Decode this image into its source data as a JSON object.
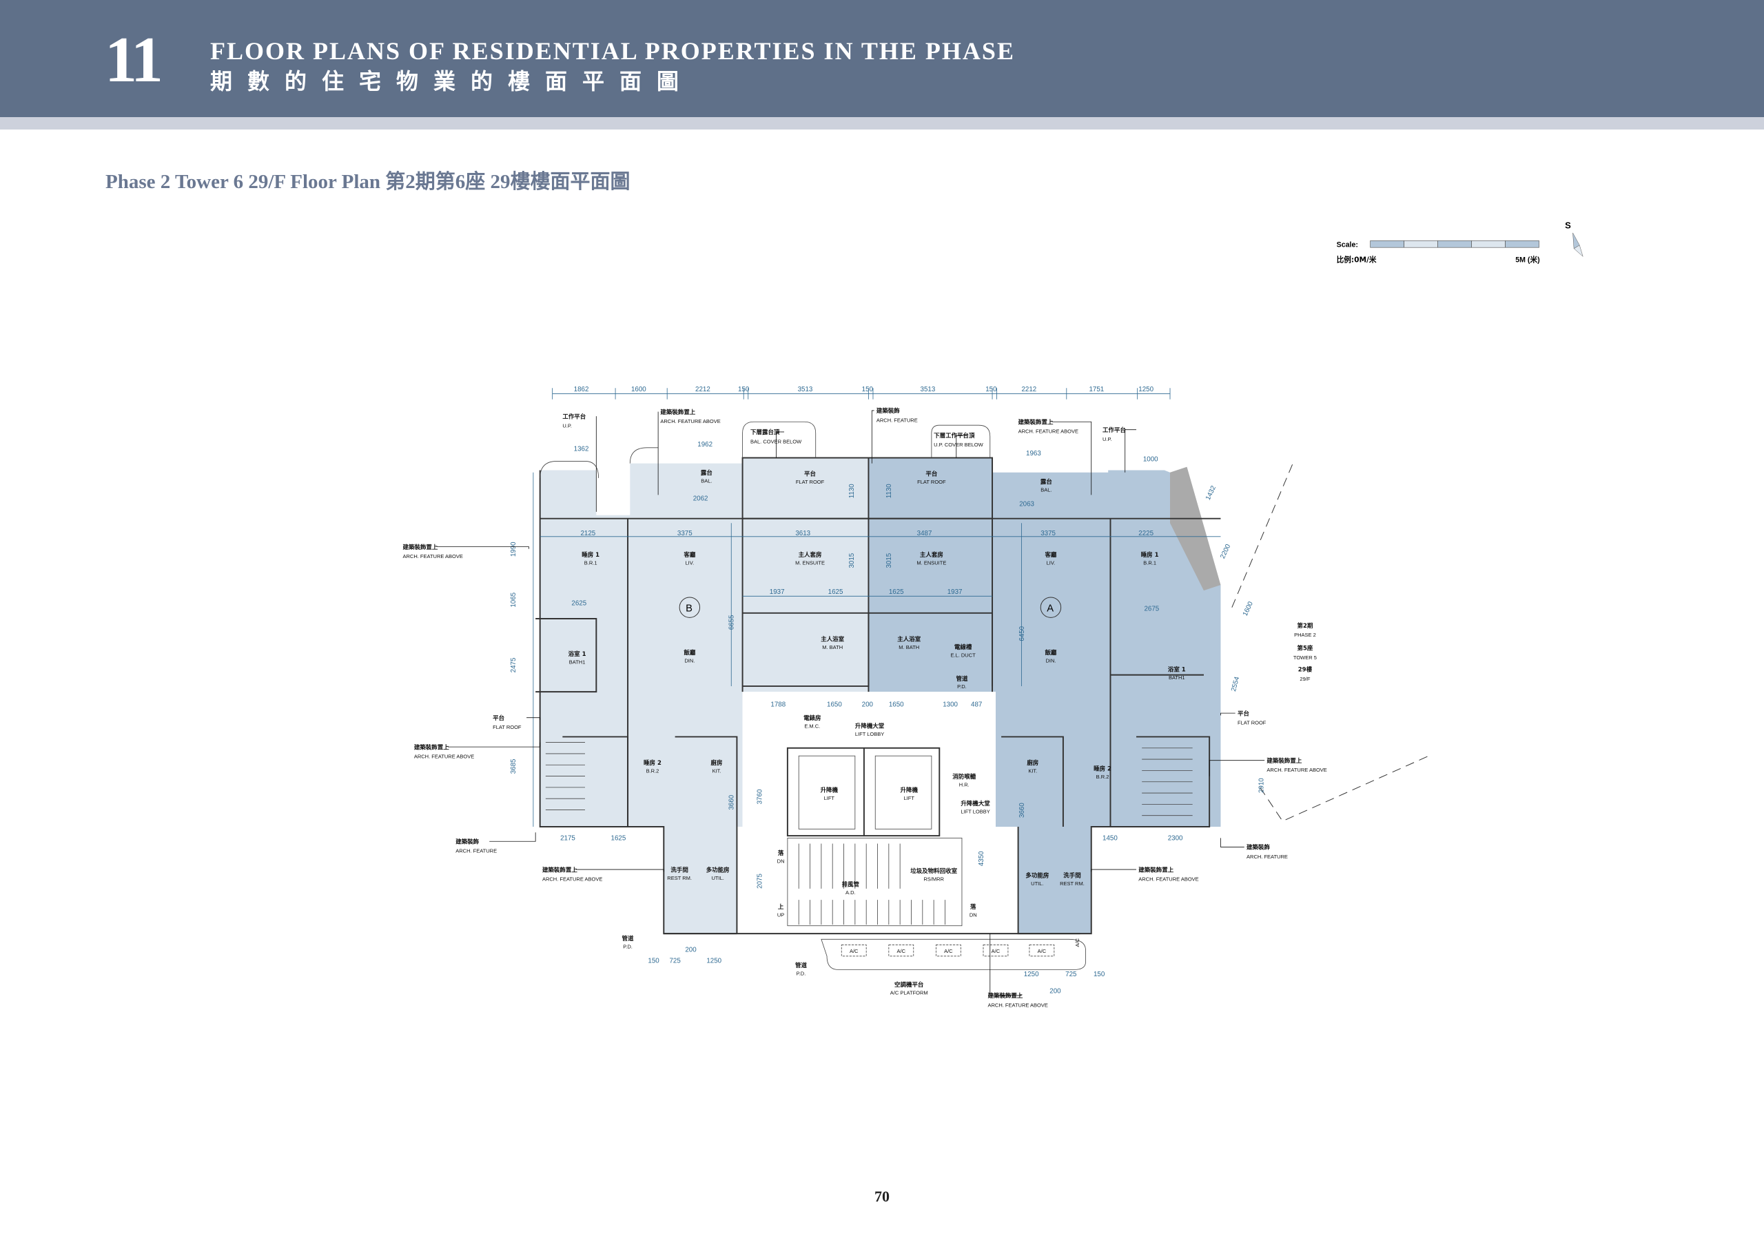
{
  "header": {
    "section_number": "11",
    "title_en": "FLOOR PLANS OF RESIDENTIAL PROPERTIES IN THE PHASE",
    "title_zh": "期數的住宅物業的樓面平面圖"
  },
  "subtitle": "Phase 2 Tower 6 29/F Floor Plan  第2期第6座 29樓樓面平面圖",
  "scale": {
    "label": "Scale:",
    "label_zh": "比例:0M/米",
    "end": "5M (米)",
    "north": "S"
  },
  "colors": {
    "header": "#5f7089",
    "unit_a": "#b3c7da",
    "unit_b": "#dde6ee",
    "dim": "#2f6a92"
  },
  "plan": {
    "top_dims": [
      "1862",
      "1600",
      "2212",
      "150",
      "3513",
      "150",
      "3513",
      "150",
      "2212",
      "1751",
      "1250"
    ],
    "dims": [
      "3375",
      "3613",
      "3487",
      "3375",
      "2125",
      "2225",
      "1937",
      "1625",
      "1625",
      "1937",
      "6655",
      "6450",
      "3015",
      "3015",
      "1130",
      "1130",
      "1962",
      "1963",
      "1362",
      "1000",
      "2062",
      "2063",
      "2625",
      "2675",
      "2175",
      "1625",
      "1450",
      "2300",
      "1250",
      "725",
      "150",
      "200",
      "1250",
      "725",
      "150",
      "200",
      "3760",
      "2075",
      "4350",
      "3660",
      "3660",
      "1788",
      "1650",
      "200",
      "1650",
      "1300",
      "487",
      "3685",
      "2475",
      "1065",
      "1990",
      "2910",
      "2554",
      "1600",
      "2200",
      "1432"
    ],
    "units": [
      "B",
      "A"
    ],
    "rooms": [
      {
        "zh": "露台",
        "en": "BAL."
      },
      {
        "zh": "平台",
        "en": "FLAT ROOF"
      },
      {
        "zh": "平台",
        "en": "FLAT ROOF"
      },
      {
        "zh": "露台",
        "en": "BAL."
      },
      {
        "zh": "睡房 1",
        "en": "B.R.1"
      },
      {
        "zh": "客廳",
        "en": "LIV."
      },
      {
        "zh": "主人套房",
        "en": "M. ENSUITE"
      },
      {
        "zh": "主人套房",
        "en": "M. ENSUITE"
      },
      {
        "zh": "客廳",
        "en": "LIV."
      },
      {
        "zh": "睡房 1",
        "en": "B.R.1"
      },
      {
        "zh": "浴室 1",
        "en": "BATH1"
      },
      {
        "zh": "主人浴室",
        "en": "M. BATH"
      },
      {
        "zh": "主人浴室",
        "en": "M. BATH"
      },
      {
        "zh": "電線槽",
        "en": "E.L. DUCT"
      },
      {
        "zh": "飯廳",
        "en": "DIN."
      },
      {
        "zh": "飯廳",
        "en": "DIN."
      },
      {
        "zh": "浴室 1",
        "en": "BATH1"
      },
      {
        "zh": "管道",
        "en": "P.D."
      },
      {
        "zh": "電錶房",
        "en": "E.M.C."
      },
      {
        "zh": "升降機大堂",
        "en": "LIFT LOBBY"
      },
      {
        "zh": "睡房 2",
        "en": "B.R.2"
      },
      {
        "zh": "廚房",
        "en": "KIT."
      },
      {
        "zh": "升降機",
        "en": "LIFT"
      },
      {
        "zh": "升降機",
        "en": "LIFT"
      },
      {
        "zh": "消防喉轆",
        "en": "H.R."
      },
      {
        "zh": "升降機大堂",
        "en": "LIFT LOBBY"
      },
      {
        "zh": "廚房",
        "en": "KIT."
      },
      {
        "zh": "睡房 2",
        "en": "B.R.2"
      },
      {
        "zh": "洗手間",
        "en": "REST RM."
      },
      {
        "zh": "多功能房",
        "en": "UTIL."
      },
      {
        "zh": "排風管",
        "en": "A.D."
      },
      {
        "zh": "垃圾及物料回收室",
        "en": "RS/MRR"
      },
      {
        "zh": "多功能房",
        "en": "UTIL."
      },
      {
        "zh": "洗手間",
        "en": "REST RM."
      },
      {
        "zh": "落",
        "en": "DN"
      },
      {
        "zh": "上",
        "en": "UP"
      },
      {
        "zh": "落",
        "en": "DN"
      },
      {
        "zh": "管道",
        "en": "P.D."
      },
      {
        "zh": "管道",
        "en": "P.D."
      },
      {
        "zh": "空調機平台",
        "en": "A/C PLATFORM"
      }
    ],
    "ac_label": "A/C",
    "callouts": [
      {
        "zh": "工作平台",
        "en": "U.P."
      },
      {
        "zh": "建築裝飾置上",
        "en": "ARCH.  FEATURE ABOVE"
      },
      {
        "zh": "下層露台頂",
        "en": "BAL. COVER BELOW"
      },
      {
        "zh": "建築裝飾",
        "en": "ARCH.  FEATURE"
      },
      {
        "zh": "下層工作平台頂",
        "en": "U.P. COVER BELOW"
      },
      {
        "zh": "建築裝飾置上",
        "en": "ARCH.  FEATURE ABOVE"
      },
      {
        "zh": "工作平台",
        "en": "U.P."
      },
      {
        "zh": "建築裝飾置上",
        "en": "ARCH.  FEATURE ABOVE"
      },
      {
        "zh": "平台",
        "en": "FLAT ROOF"
      },
      {
        "zh": "建築裝飾置上",
        "en": "ARCH.  FEATURE ABOVE"
      },
      {
        "zh": "建築裝飾",
        "en": "ARCH.  FEATURE"
      },
      {
        "zh": "建築裝飾置上",
        "en": "ARCH.  FEATURE ABOVE"
      },
      {
        "zh": "平台",
        "en": "FLAT ROOF"
      },
      {
        "zh": "建築裝飾置上",
        "en": "ARCH.  FEATURE ABOVE"
      },
      {
        "zh": "建築裝飾",
        "en": "ARCH.  FEATURE"
      },
      {
        "zh": "建築裝飾置上",
        "en": "ARCH.  FEATURE ABOVE"
      },
      {
        "zh": "建築裝飾置上",
        "en": "ARCH.  FEATURE ABOVE"
      }
    ],
    "adjacent": {
      "phase_zh": "第2期",
      "phase_en": "PHASE 2",
      "tower_zh": "第5座",
      "tower_en": "TOWER 5",
      "floor_zh": "29樓",
      "floor_en": "29/F"
    }
  },
  "page_number": "70"
}
